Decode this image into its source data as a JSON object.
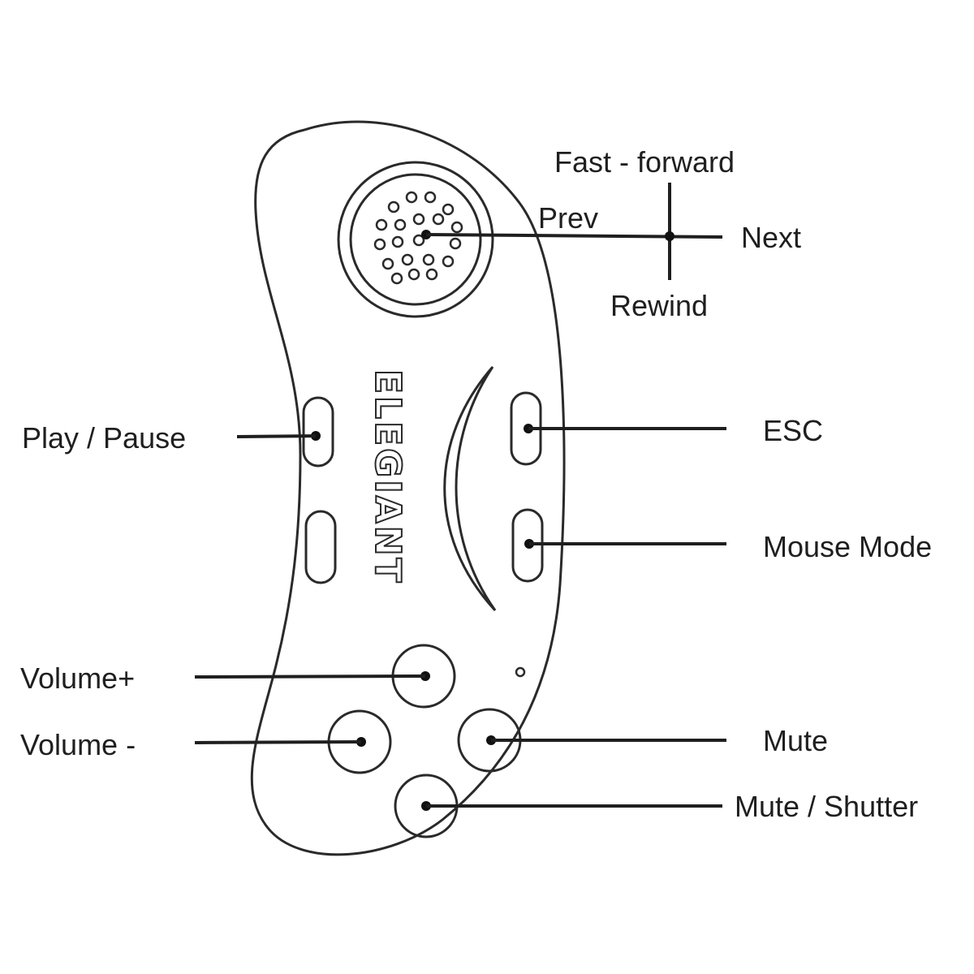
{
  "device": {
    "brand_logo": "ELEGIANT"
  },
  "labels": {
    "fast_forward": "Fast - forward",
    "prev": "Prev",
    "next": "Next",
    "rewind": "Rewind",
    "play_pause": "Play / Pause",
    "esc": "ESC",
    "mouse_mode": "Mouse Mode",
    "volume_up": "Volume+",
    "volume_down": "Volume -",
    "mute": "Mute",
    "mute_shutter": "Mute / Shutter"
  },
  "colors": {
    "line": "#1f1f1f",
    "background": "#ffffff"
  }
}
